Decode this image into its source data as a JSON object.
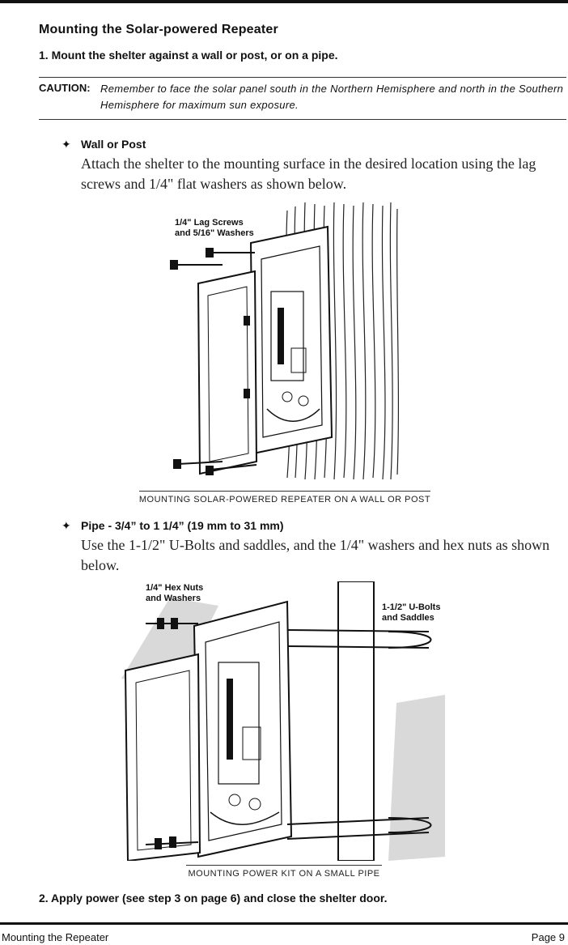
{
  "section_title": "Mounting the Solar-powered Repeater",
  "step1": "1.  Mount the shelter against a wall or post, or on a pipe.",
  "caution": {
    "label": "CAUTION:",
    "text": "Remember to face the solar panel south in the Northern Hemisphere and north in the Southern Hemisphere for maximum sun exposure."
  },
  "bullet_symbol": "✦",
  "wall": {
    "heading": "Wall or Post",
    "text": "Attach the shelter to the mounting surface in the desired location using the lag screws and 1/4\" flat washers as shown below.",
    "figure_label_1": "1/4\" Lag Screws",
    "figure_label_2": "and 5/16\" Washers",
    "caption": "Mounting Solar-Powered Repeater on a Wall or Post"
  },
  "pipe": {
    "heading": "Pipe - 3/4” to 1 1/4” (19 mm to 31 mm)",
    "text": "Use the 1-1/2\" U-Bolts and saddles, and the 1/4\" washers and hex nuts as shown below.",
    "figure_label_1": "1/4\" Hex Nuts",
    "figure_label_2": "and Washers",
    "figure_label_3": "1-1/2\" U-Bolts",
    "figure_label_4": "and Saddles",
    "caption": "Mounting Power Kit on a Small Pipe"
  },
  "step2": "2.  Apply power (see step 3 on page 6) and close the shelter door.",
  "footer": {
    "left": "Mounting the Repeater",
    "right": "Page 9"
  }
}
